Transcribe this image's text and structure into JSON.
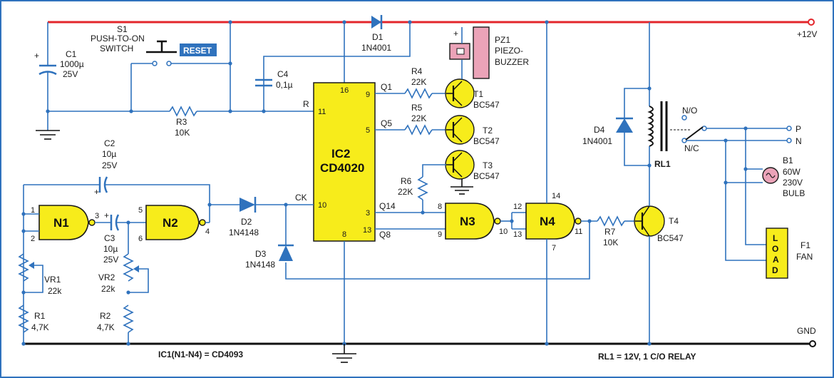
{
  "rails": {
    "supply_label": "+12V",
    "ground_label": "GND",
    "supply_color": "#e3262b",
    "ground_color": "#111111",
    "wire_color": "#2f72bd",
    "chip_color": "#f7ec1b",
    "transistor_color": "#f7ec1b"
  },
  "notes": {
    "ic1": "IC1(N1-N4) = CD4093",
    "relay": "RL1 = 12V, 1 C/O RELAY"
  },
  "switch": {
    "ref": "S1",
    "line1": "PUSH-TO-ON",
    "line2": "SWITCH",
    "reset": "RESET"
  },
  "ic2": {
    "ref": "IC2",
    "part": "CD4020",
    "pin16": "16",
    "pin11": "11",
    "pin10": "10",
    "pin8": "8",
    "pin9": "9",
    "pin5": "5",
    "pin3": "3",
    "pin13": "13",
    "R": "R",
    "CK": "CK"
  },
  "outputs": {
    "q1": "Q1",
    "q5": "Q5",
    "q14": "Q14",
    "q8": "Q8"
  },
  "gates": {
    "n1": {
      "name": "N1",
      "in_a": "1",
      "in_b": "2",
      "out": "3"
    },
    "n2": {
      "name": "N2",
      "in_a": "5",
      "in_b": "6",
      "out": "4"
    },
    "n3": {
      "name": "N3",
      "in_a": "8",
      "in_b": "9",
      "out": "10"
    },
    "n4": {
      "name": "N4",
      "in_a": "12",
      "in_b": "13",
      "out": "11",
      "vdd": "14",
      "vss": "7"
    }
  },
  "components": {
    "c1": {
      "ref": "C1",
      "value": "1000µ",
      "voltage": "25V"
    },
    "c2": {
      "ref": "C2",
      "value": "10µ",
      "voltage": "25V"
    },
    "c3": {
      "ref": "C3",
      "value": "10µ",
      "voltage": "25V"
    },
    "c4": {
      "ref": "C4",
      "value": "0,1µ"
    },
    "r1": {
      "ref": "R1",
      "value": "4,7K"
    },
    "r2": {
      "ref": "R2",
      "value": "4,7K"
    },
    "r3": {
      "ref": "R3",
      "value": "10K"
    },
    "r4": {
      "ref": "R4",
      "value": "22K"
    },
    "r5": {
      "ref": "R5",
      "value": "22K"
    },
    "r6": {
      "ref": "R6",
      "value": "22K"
    },
    "r7": {
      "ref": "R7",
      "value": "10K"
    },
    "vr1": {
      "ref": "VR1",
      "value": "22k"
    },
    "vr2": {
      "ref": "VR2",
      "value": "22k"
    },
    "d1": {
      "ref": "D1",
      "value": "1N4001"
    },
    "d2": {
      "ref": "D2",
      "value": "1N4148"
    },
    "d3": {
      "ref": "D3",
      "value": "1N4148"
    },
    "d4": {
      "ref": "D4",
      "value": "1N4001"
    },
    "t1": {
      "ref": "T1",
      "value": "BC547"
    },
    "t2": {
      "ref": "T2",
      "value": "BC547"
    },
    "t3": {
      "ref": "T3",
      "value": "BC547"
    },
    "t4": {
      "ref": "T4",
      "value": "BC547"
    },
    "pz1": {
      "ref": "PZ1",
      "line1": "PIEZO-",
      "line2": "BUZZER"
    },
    "rl1": {
      "ref": "RL1",
      "no": "N/O",
      "nc": "N/C"
    },
    "b1": {
      "ref": "B1",
      "power": "60W",
      "voltage": "230V",
      "type": "BULB"
    },
    "f1": {
      "ref": "F1",
      "type": "FAN",
      "load": [
        "L",
        "O",
        "A",
        "D"
      ]
    },
    "mains": {
      "p": "P",
      "n": "N"
    }
  }
}
